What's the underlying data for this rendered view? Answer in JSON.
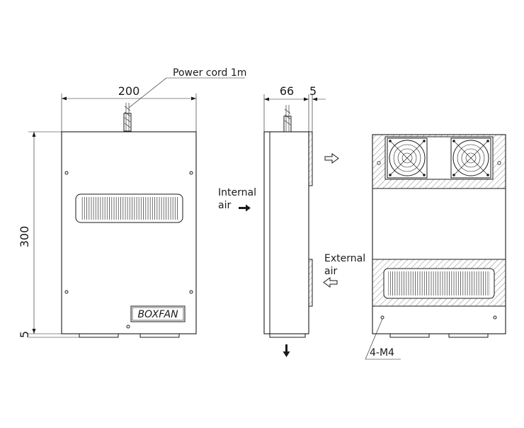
{
  "labels": {
    "power_cord": "Power cord 1m",
    "width": "200",
    "height": "300",
    "bottom_offset": "5",
    "depth": "66",
    "depth_offset": "5",
    "internal_air_line1": "Internal",
    "internal_air_line2": "air",
    "external_air_line1": "External",
    "external_air_line2": "air",
    "mount_holes": "4-M4",
    "logo": "BOXFAN"
  },
  "fan_count": 2
}
